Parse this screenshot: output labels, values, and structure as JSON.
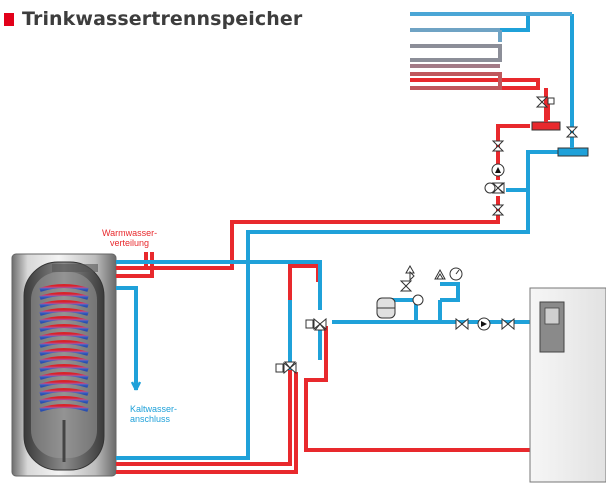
{
  "header": {
    "title": "Trinkwassertrennspeicher"
  },
  "labels": {
    "warmwater_line1": "Warmwasser-",
    "warmwater_line2": "verteilung",
    "coldwater_line1": "Kaltwasser-",
    "coldwater_line2": "anschluss"
  },
  "colors": {
    "hot": "#e8292d",
    "cold": "#1fa1d9",
    "brand": "#e2001a",
    "title_text": "#3d3d3d"
  },
  "icons": [
    "tank-icon",
    "radiator-icon",
    "pump-icon",
    "valve-icon",
    "three-way-valve-icon",
    "expansion-vessel-icon",
    "safety-valve-icon",
    "pressure-gauge-icon",
    "boiler-icon"
  ]
}
